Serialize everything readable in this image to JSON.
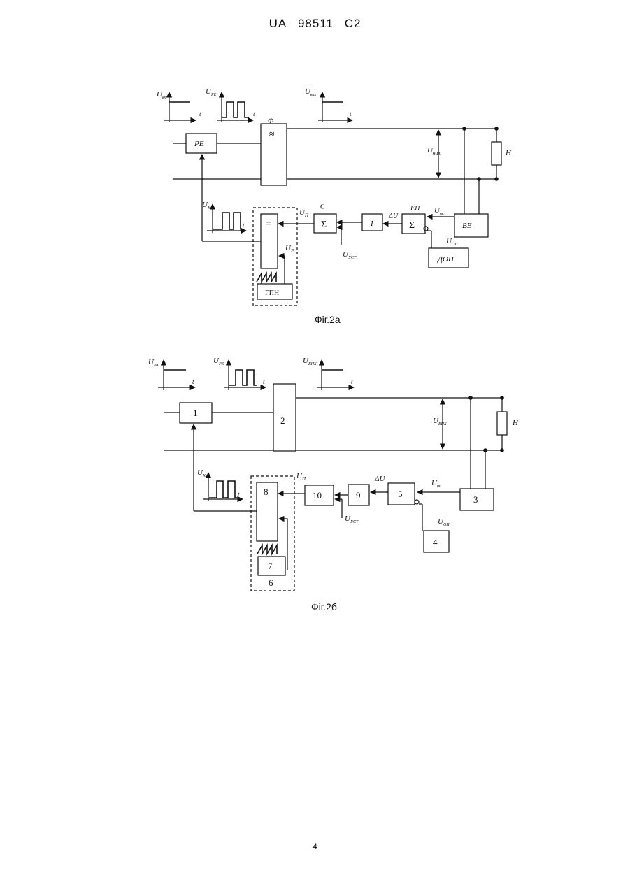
{
  "header": {
    "country": "UA",
    "number": "98511",
    "kind": "C2"
  },
  "page_number": "4",
  "fig2a": {
    "caption": "Фіг.2а",
    "labels": {
      "u": "U",
      "u_bx_sub": "вх",
      "u_pe_sub": "РЕ",
      "u_bix_sub": "вих",
      "u_k_sub": "К",
      "t": "t",
      "phi": "Ф",
      "mod_sym": "≈",
      "cmp_sym": "=",
      "sigma": "Σ",
      "c": "C",
      "i": "I",
      "delta_u": "ΔU",
      "ep": "ЕП",
      "u_p_sub": "П",
      "u_r_sub": "Р",
      "u_ust_sub": "УСТ",
      "u_ok_sub": "ок",
      "u_op_sub": "ОП",
      "load": "Н"
    },
    "blocks": {
      "pe": "РЕ",
      "ve": "ВЕ",
      "don": "ДОН",
      "gpn": "ГПН"
    }
  },
  "fig2b": {
    "caption": "Фіг.2б",
    "labels": {
      "u": "U",
      "u_bx_sub": "ВХ",
      "u_pe_sub": "РЕ",
      "u_bix_sub": "ВИХ",
      "u_k_sub": "К",
      "u_bix_mid_sub": "ВИХ",
      "u_p_sub": "П",
      "u_ust_sub": "УСТ",
      "u_ti_sub": "ті",
      "u_op_sub": "ОП",
      "t": "t",
      "delta_u": "ΔU",
      "load": "Н"
    },
    "blocks": {
      "b1": "1",
      "b2": "2",
      "b3": "3",
      "b4": "4",
      "b5": "5",
      "b6": "6",
      "b7": "7",
      "b8": "8",
      "b9": "9",
      "b10": "10"
    }
  }
}
